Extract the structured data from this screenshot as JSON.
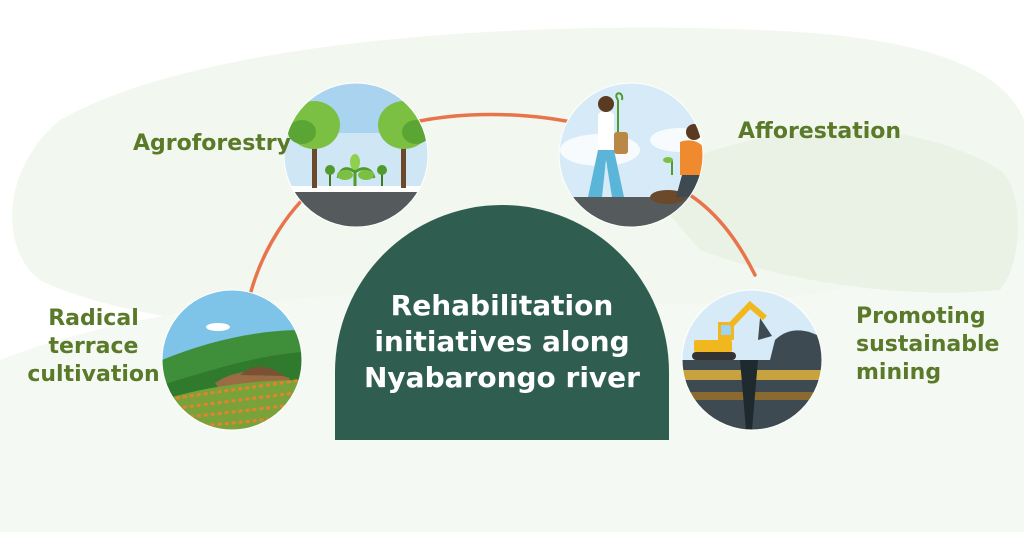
{
  "center": {
    "title": "Rehabilitation\ninitiatives along\nNyabarongo river"
  },
  "nodes": [
    {
      "id": "agroforestry",
      "label": "Agroforestry",
      "icon": "trees-seedlings-illustration"
    },
    {
      "id": "afforestation",
      "label": "Afforestation",
      "icon": "people-planting-trees-illustration"
    },
    {
      "id": "terrace",
      "label": "Radical\nterrace\ncultivation",
      "icon": "terraced-hills-illustration"
    },
    {
      "id": "mining",
      "label": "Promoting\nsustainable\nmining",
      "icon": "excavator-mine-illustration"
    }
  ],
  "colors": {
    "label_green": "#5a7a2a",
    "center_dark_green": "#2f5e50",
    "connector_orange": "#e8744c",
    "background_tint": "#eef5ea"
  }
}
